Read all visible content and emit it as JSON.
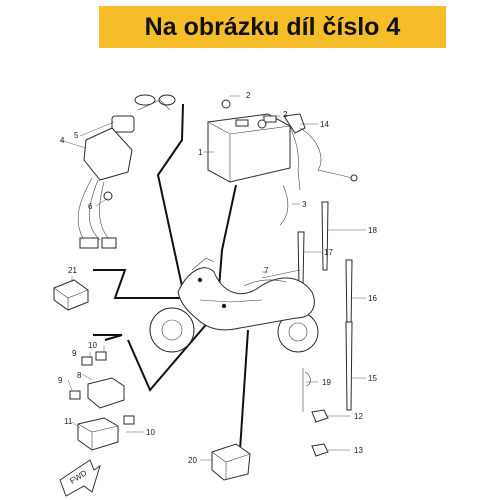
{
  "banner": {
    "text": "Na obrázku díl číslo 4",
    "color": "#f6bd2b"
  },
  "fwd_label": "FWD",
  "part_numbers": [
    "1",
    "2",
    "2",
    "3",
    "4",
    "5",
    "6",
    "7",
    "8",
    "9",
    "9",
    "10",
    "10",
    "11",
    "12",
    "13",
    "14",
    "15",
    "16",
    "17",
    "18",
    "19",
    "20",
    "21"
  ]
}
